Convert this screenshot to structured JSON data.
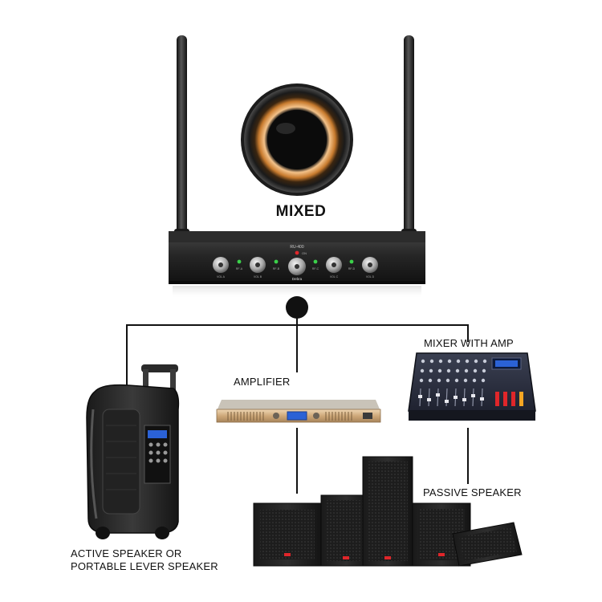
{
  "receiver": {
    "title": "MIXED",
    "model": "RU-400",
    "power_label": "ON",
    "brand": "Debra",
    "channel_labels": [
      "RF-A",
      "RF-B",
      "RF-C",
      "RF-D"
    ],
    "volume_labels": [
      "VOL A",
      "VOL B",
      "VOL C",
      "VOL D"
    ]
  },
  "labels": {
    "mixer": "MIXER WITH AMP",
    "amplifier": "AMPLIFIER",
    "passive": "PASSIVE SPEAKER",
    "active_line1": "ACTIVE SPEAKER OR",
    "active_line2": "PORTABLE LEVER SPEAKER"
  },
  "colors": {
    "connector": "#111111",
    "device_dark": "#1f1f1f",
    "ring_gold": "#d08a3c",
    "led_green": "#3bd14a",
    "led_red": "#e0262a",
    "amp_face": "#cfa97a",
    "amp_display": "#2b62d6",
    "speaker_logo": "#e0262a"
  }
}
